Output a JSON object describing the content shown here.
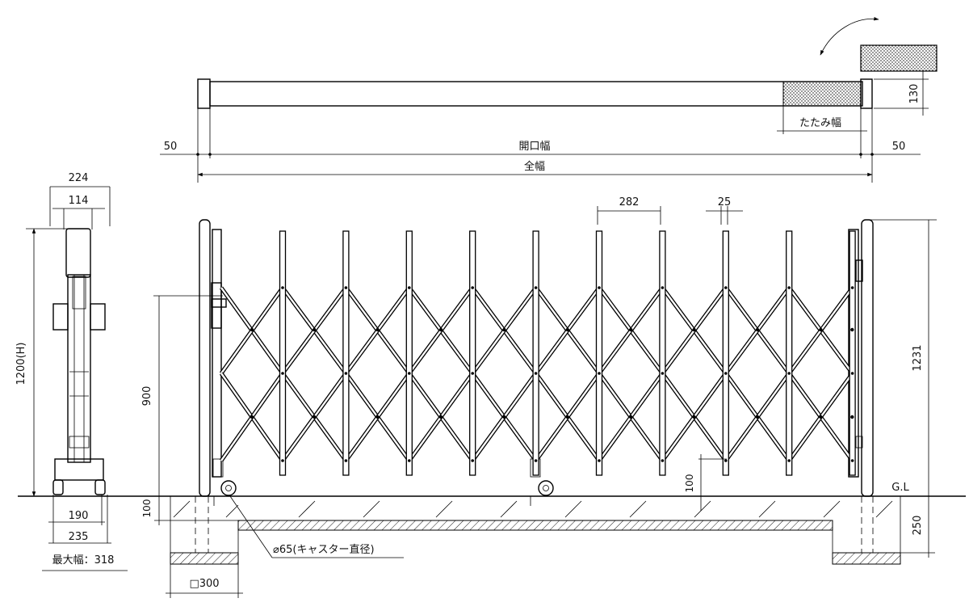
{
  "top_view": {
    "opening_width_label": "開口幅",
    "full_width_label": "全幅",
    "folding_width_label": "たたみ幅",
    "left_clearance": "50",
    "right_clearance": "50",
    "depth": "130"
  },
  "side_view": {
    "width_224": "224",
    "width_114": "114",
    "height_label": "1200(H)",
    "width_190": "190",
    "width_235": "235",
    "max_width_label": "最大幅：318"
  },
  "front_view": {
    "pitch": "282",
    "bar_width": "25",
    "handle_height": "900",
    "total_height": "1231",
    "ground_label": "G.L",
    "caster_height": "100",
    "foundation_depth_left": "100",
    "foundation_depth_right": "250",
    "caster_note": "⌀65(キャスター直径)",
    "post_base": "□300"
  }
}
